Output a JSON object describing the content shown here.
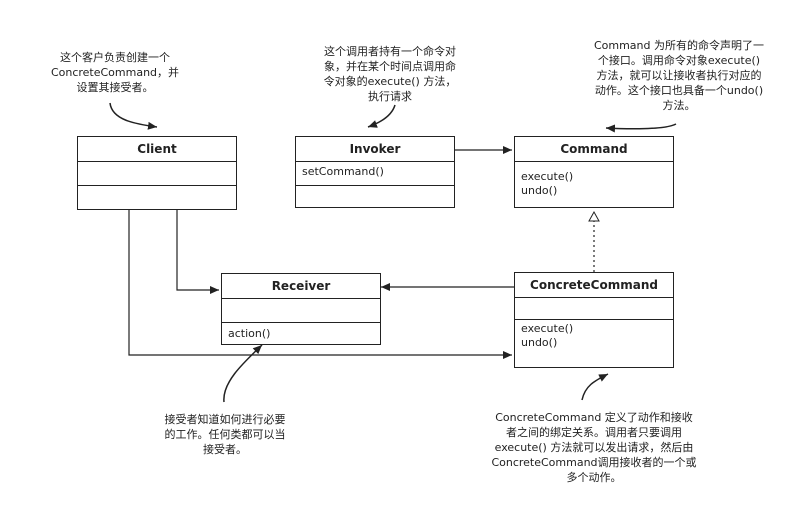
{
  "classes": {
    "client": {
      "name": "Client",
      "attributes": [],
      "methods": []
    },
    "invoker": {
      "name": "Invoker",
      "attributes": [
        "setCommand()"
      ],
      "methods": []
    },
    "command": {
      "name": "Command",
      "attributes": [
        "execute()",
        "undo()"
      ],
      "methods": []
    },
    "receiver": {
      "name": "Receiver",
      "attributes": [],
      "methods": [
        "action()"
      ]
    },
    "concrete_command": {
      "name": "ConcreteCommand",
      "attributes": [],
      "methods": [
        "execute()",
        "undo()"
      ]
    }
  },
  "notes": {
    "client": "这个客户负责创建一个\nConcreteCommand，并\n设置其接受者。",
    "invoker": "这个调用者持有一个命令对\n象，并在某个时间点调用命\n令对象的execute() 方法，\n执行请求",
    "command": "Command 为所有的命令声明了一\n个接口。调用命令对象execute()\n方法，就可以让接收者执行对应的\n动作。这个接口也具备一个undo()\n方法。",
    "receiver": "接受者知道如何进行必要\n的工作。任何类都可以当\n接受者。",
    "concrete_command": "ConcreteCommand 定义了动作和接收\n者之间的绑定关系。调用者只要调用\nexecute() 方法就可以发出请求，然后由\nConcreteCommand调用接收者的一个或\n多个动作。"
  },
  "colors": {
    "line": "#222222",
    "background": "#ffffff"
  }
}
